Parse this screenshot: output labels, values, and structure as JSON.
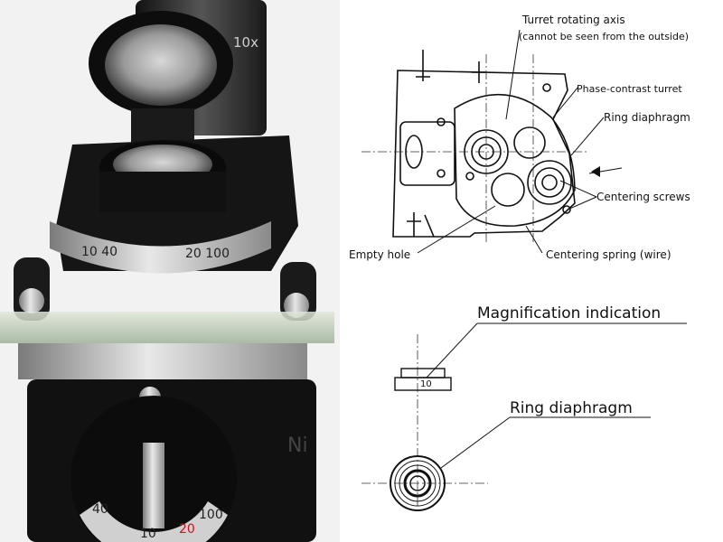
{
  "photo": {
    "eyepiece_mag": "10x",
    "ring_left": "10  40",
    "ring_right": "20  100",
    "dial_40": "40",
    "dial_10": "10",
    "dial_20": "20",
    "dial_100": "100",
    "brand_fragment": "Ni"
  },
  "diagram": {
    "axis_label_1": "Turret rotating axis",
    "axis_label_2": "(cannot be seen from the outside)",
    "phase_turret": "Phase-contrast turret",
    "ring_diaphragm_top": "Ring diaphragm",
    "centering_screws": "Centering screws",
    "empty_hole": "Empty hole",
    "centering_spring": "Centering spring (wire)",
    "mag_indication": "Magnification indication",
    "mag_value": "10",
    "ring_diaphragm_bottom": "Ring diaphragm"
  }
}
